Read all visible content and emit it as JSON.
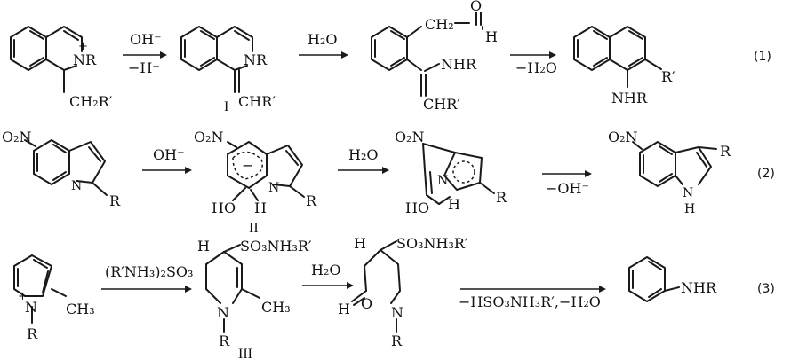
{
  "reactions": [
    {
      "number": "(1)",
      "reactant": {
        "n_label": "NR",
        "plus": "+",
        "substituent": "CH₂R′"
      },
      "arrow1": {
        "top": "OH⁻",
        "bottom": "−H⁺"
      },
      "intermediate": {
        "n_label": "NR",
        "substituent": "CHR′",
        "roman": "I"
      },
      "arrow2": {
        "top": "H₂O"
      },
      "open_chain": {
        "aldehyde_o": "O",
        "aldehyde_h": "H",
        "ch2r": "CH₂",
        "nhr": "NHR",
        "chr": "CHR′"
      },
      "arrow3": {
        "top": "−H₂O"
      },
      "product": {
        "r_label": "R′",
        "nhr": "NHR"
      }
    },
    {
      "number": "(2)",
      "reactant": {
        "nitro": "O₂N",
        "n_label": "N",
        "r_label": "R"
      },
      "arrow1": {
        "top": "OH⁻"
      },
      "intermediate": {
        "nitro": "O₂N",
        "minus": "−",
        "n_label": "N",
        "ho": "HO",
        "h": "H",
        "r_label": "R",
        "roman": "II"
      },
      "arrow2": {
        "top": "H₂O"
      },
      "open_chain": {
        "nitro": "O₂N",
        "n_label": "N",
        "ho": "HO",
        "h": "H",
        "r_label": "R"
      },
      "arrow3": {
        "top": "−OH⁻"
      },
      "product": {
        "nitro": "O₂N",
        "r_label": "R",
        "nh_n": "N",
        "nh_h": "H"
      }
    },
    {
      "number": "(3)",
      "reactant": {
        "n_label": "N",
        "plus": "+",
        "ch3": "CH₃",
        "r_label": "R"
      },
      "arrow1": {
        "top": "(R′NH₃)₂SO₃"
      },
      "intermediate": {
        "h": "H",
        "so3": "SO₃NH₃R′",
        "n_label": "N",
        "ch3": "CH₃",
        "r_label": "R",
        "roman": "III"
      },
      "arrow2": {
        "top": "H₂O"
      },
      "open_chain": {
        "h": "H",
        "so3": "SO₃NH₃R′",
        "ald_h": "H",
        "o": "O",
        "n_label": "N",
        "r_label": "R"
      },
      "arrow3": {
        "top": "−HSO₃NH₃R′,−H₂O"
      },
      "product": {
        "nhr": "NHR"
      }
    }
  ]
}
